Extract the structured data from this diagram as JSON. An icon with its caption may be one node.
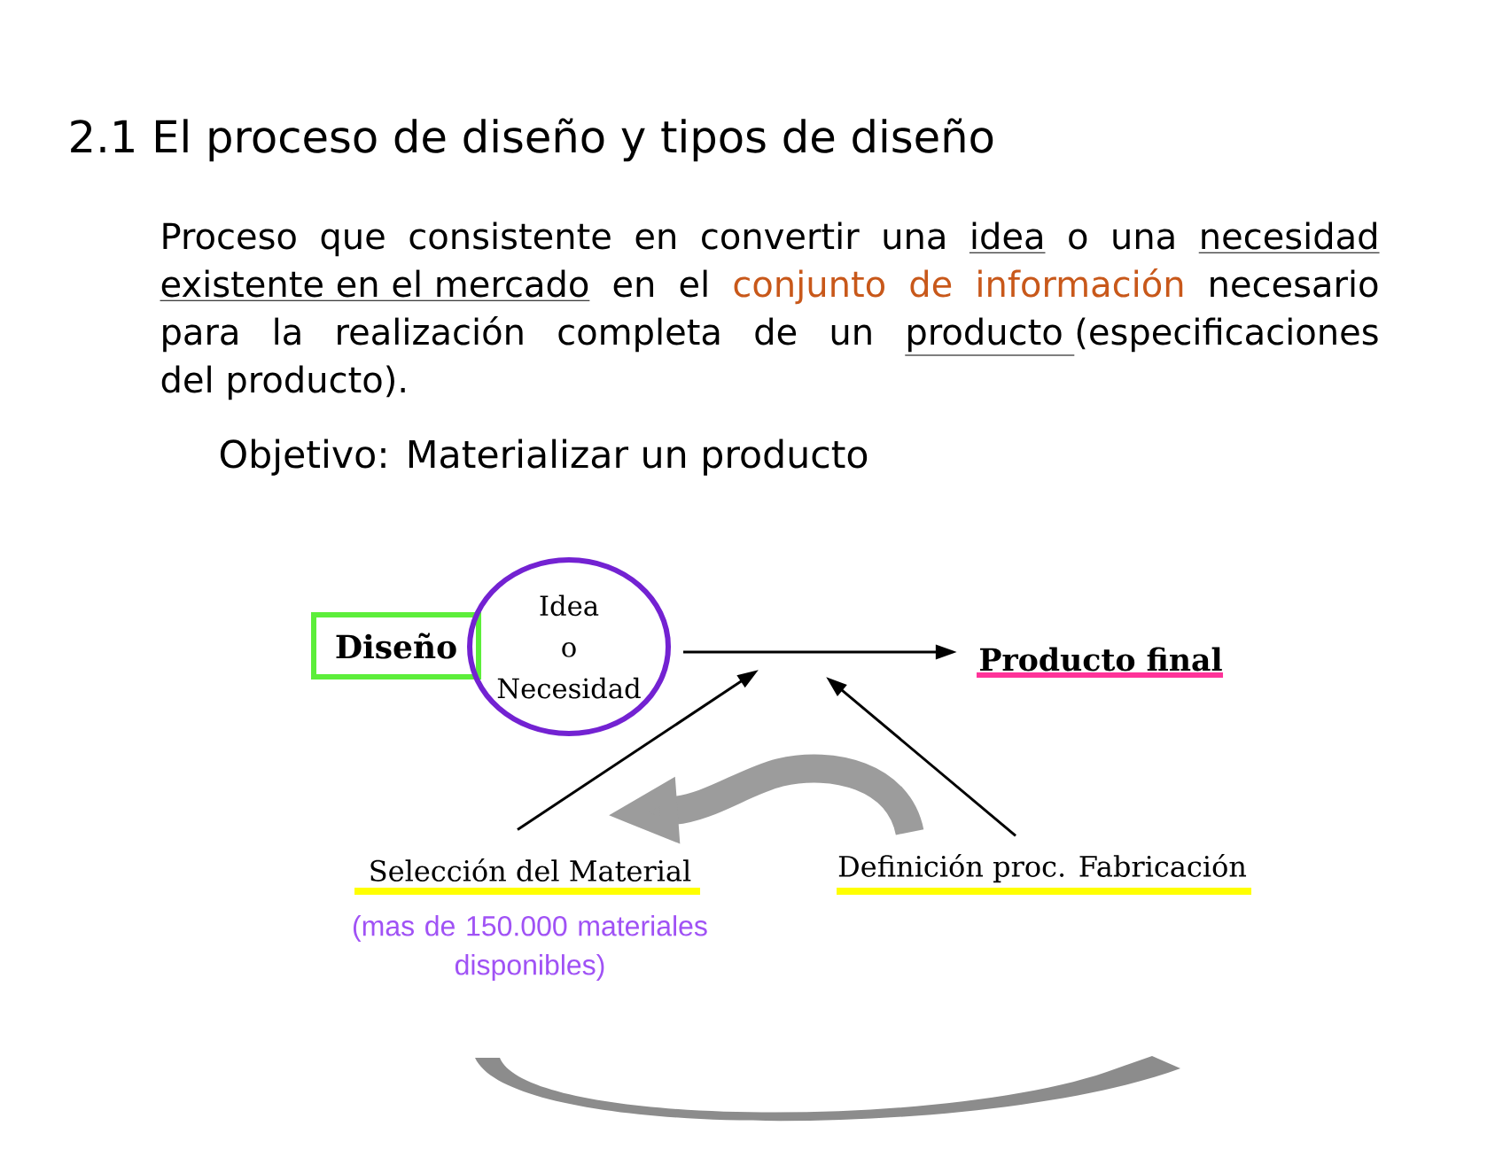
{
  "diagram": {
    "title": "2.1 El proceso de diseño y tipos de diseño",
    "nodes": [
      {
        "text": [
          "Diseño"
        ]
      },
      {
        "text": [
          "Idea o Necesidad"
        ]
      },
      {
        "text": [
          "Producto final"
        ]
      },
      {
        "text": [
          "Selección del Material"
        ],
        "beside": [
          "(mas de 150.000 materiales disponibles)"
        ]
      },
      {
        "text": [
          "Definición proc. Fabricación"
        ]
      }
    ],
    "edges": [
      {
        "from": 1,
        "to": 2,
        "arrow": "to"
      },
      {
        "from": 3,
        "to": null,
        "arrow": "to"
      },
      {
        "from": 4,
        "to": null,
        "arrow": "to"
      },
      {
        "from": 4,
        "to": 3,
        "arrow": "to",
        "style": "thick",
        "color": "#9c9c9c"
      }
    ],
    "labels": [
      "Proceso que consistente en convertir una idea o una necesidad existente en el mercado en el conjunto de información necesario para la realización completa de un producto (especificaciones del producto).",
      "Objetivo: Materializar un producto"
    ]
  }
}
